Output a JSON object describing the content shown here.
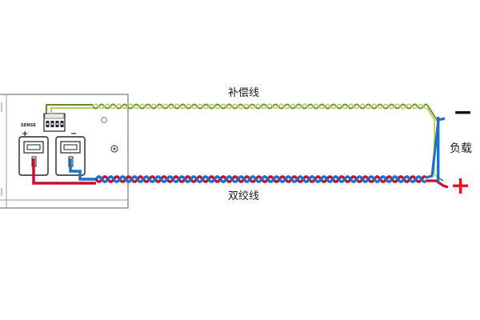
{
  "labels": {
    "compensation_wire": "补偿线",
    "twisted_pair": "双绞线",
    "load": "负载"
  },
  "terminals": {
    "sense": "SENSE",
    "plus": "+",
    "minus": "−"
  },
  "load_polarity": {
    "negative": "−",
    "positive": "+"
  },
  "colors": {
    "sense_wire_dark": "#5f8a2e",
    "sense_wire_light": "#b9cf5f",
    "positive_wire": "#c8102e",
    "negative_wire": "#1f6fc4",
    "load_symbol": "#e3141b",
    "chassis": "#8a8a8a"
  }
}
